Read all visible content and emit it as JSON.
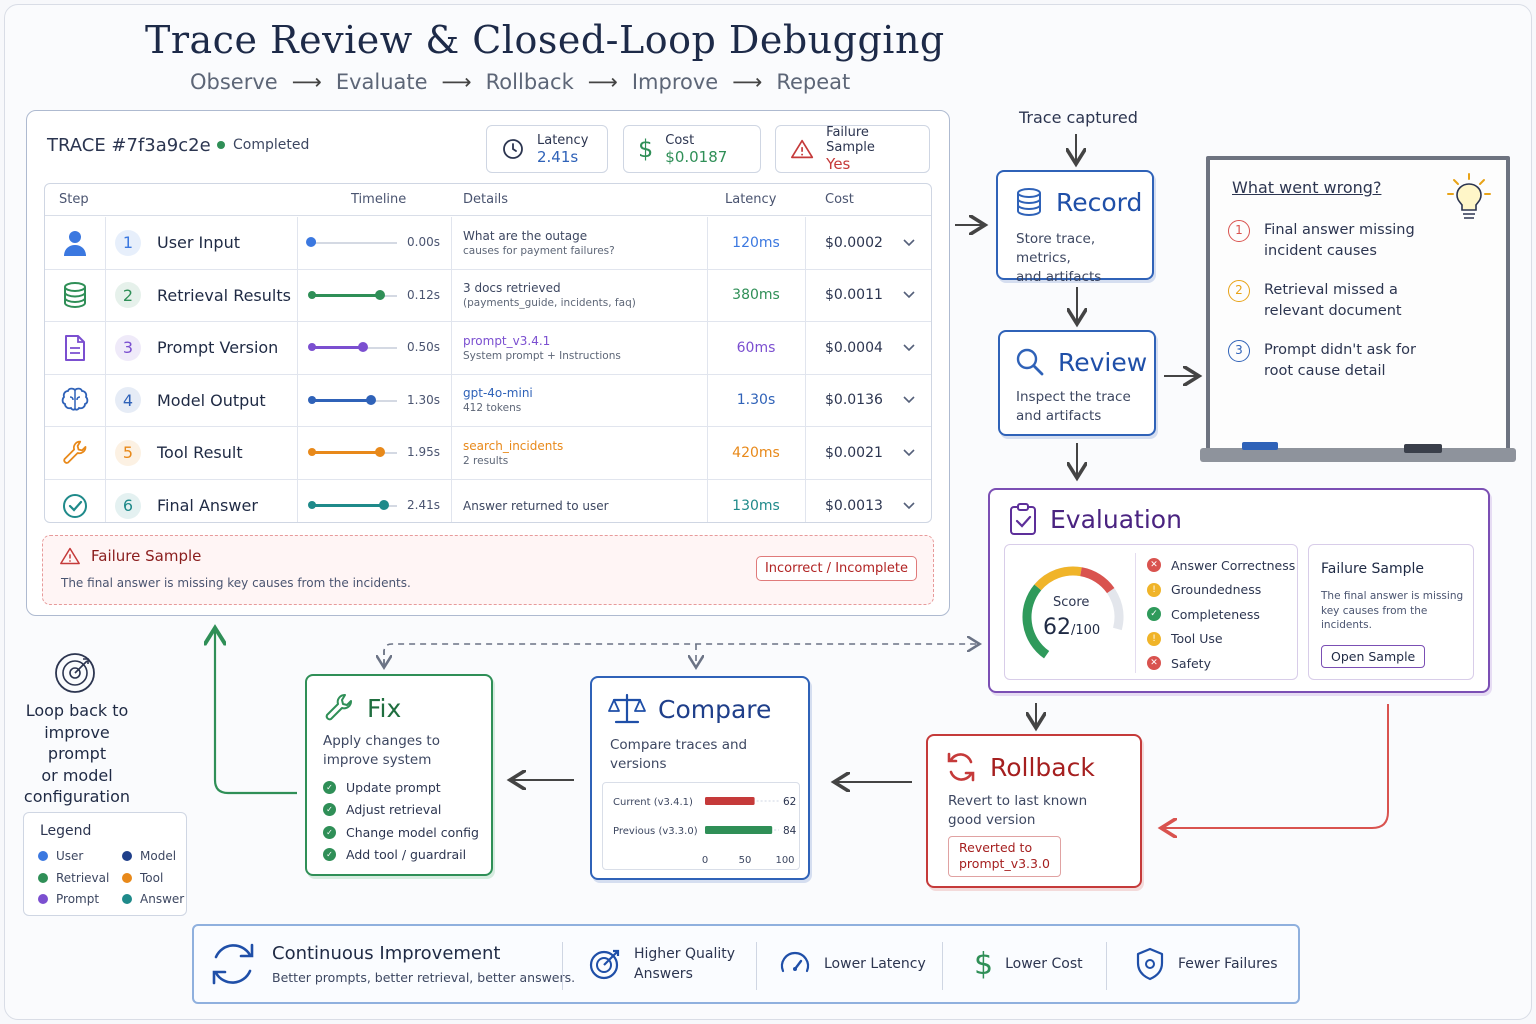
{
  "title": "Trace Review & Closed-Loop Debugging",
  "subtitle": [
    "Observe",
    "Evaluate",
    "Rollback",
    "Improve",
    "Repeat"
  ],
  "trace": {
    "id": "TRACE #7f3a9c2e",
    "status": "Completed",
    "metrics": [
      {
        "label": "Latency",
        "value": "2.41s",
        "color": "#2f62b8"
      },
      {
        "label": "Cost",
        "value": "$0.0187",
        "color": "#2f8f57"
      },
      {
        "label": "Failure Sample",
        "value": "Yes",
        "color": "#c53a3a"
      }
    ],
    "columns": [
      "Step",
      "Timeline",
      "Details",
      "Latency",
      "Cost"
    ],
    "rows": [
      {
        "num": "1",
        "label": "User Input",
        "time": "0.00s",
        "fraction": 0.0,
        "d1": "What are the outage",
        "d2": "causes for payment failures?",
        "latency": "120ms",
        "cost": "$0.0002",
        "color": "#3b78e0",
        "icon": "user-icon"
      },
      {
        "num": "2",
        "label": "Retrieval Results",
        "time": "0.12s",
        "fraction": 0.8,
        "d1": "3 docs retrieved",
        "d2": "(payments_guide, incidents, faq)",
        "latency": "380ms",
        "cost": "$0.0011",
        "color": "#2f8f57",
        "icon": "database-icon"
      },
      {
        "num": "3",
        "label": "Prompt Version",
        "time": "0.50s",
        "fraction": 0.6,
        "d1": "prompt_v3.4.1",
        "d2": "System prompt + Instructions",
        "latency": "60ms",
        "cost": "$0.0004",
        "color": "#7b4fd0",
        "icon": "document-icon"
      },
      {
        "num": "4",
        "label": "Model Output",
        "time": "1.30s",
        "fraction": 0.7,
        "d1": "gpt-4o-mini",
        "d2": "412 tokens",
        "latency": "1.30s",
        "cost": "$0.0136",
        "color": "#2f62b8",
        "icon": "brain-icon"
      },
      {
        "num": "5",
        "label": "Tool Result",
        "time": "1.95s",
        "fraction": 0.8,
        "d1": "search_incidents",
        "d2": "2 results",
        "latency": "420ms",
        "cost": "$0.0021",
        "color": "#e8891a",
        "icon": "wrench-icon"
      },
      {
        "num": "6",
        "label": "Final Answer",
        "time": "2.41s",
        "fraction": 0.85,
        "d1": "Answer returned to user",
        "d2": "",
        "latency": "130ms",
        "cost": "$0.0013",
        "color": "#1f8a8a",
        "icon": "check-circle-icon"
      }
    ],
    "failure": {
      "title": "Failure Sample",
      "text": "The final answer is missing key causes from the incidents.",
      "badge": "Incorrect / Incomplete"
    }
  },
  "flow": {
    "trace_captured": "Trace captured",
    "record": {
      "title": "Record",
      "sub1": "Store trace, metrics,",
      "sub2": "and artifacts"
    },
    "review": {
      "title": "Review",
      "sub1": "Inspect the trace",
      "sub2": "and artifacts"
    }
  },
  "whiteboard": {
    "title": "What went wrong?",
    "items": [
      {
        "num": "1",
        "l1": "Final answer missing",
        "l2": "incident causes",
        "color": "#d9534f"
      },
      {
        "num": "2",
        "l1": "Retrieval missed a",
        "l2": "relevant document",
        "color": "#e8a317"
      },
      {
        "num": "3",
        "l1": "Prompt didn't ask for",
        "l2": "root cause detail",
        "color": "#2f62b8"
      }
    ]
  },
  "evaluation": {
    "title": "Evaluation",
    "score_label": "Score",
    "score": "62",
    "score_max": "/100",
    "score_value": 62,
    "criteria": [
      {
        "label": "Answer Correctness",
        "status": "fail"
      },
      {
        "label": "Groundedness",
        "status": "warn"
      },
      {
        "label": "Completeness",
        "status": "pass"
      },
      {
        "label": "Tool Use",
        "status": "warn"
      },
      {
        "label": "Safety",
        "status": "fail"
      }
    ],
    "sample_title": "Failure Sample",
    "sample_l1": "The final answer is missing",
    "sample_l2": "key causes from the",
    "sample_l3": "incidents.",
    "open_button": "Open Sample"
  },
  "rollback": {
    "title": "Rollback",
    "sub1": "Revert to last known",
    "sub2": "good version",
    "badge1": "Reverted to",
    "badge2": "prompt_v3.3.0"
  },
  "compare": {
    "title": "Compare",
    "sub1": "Compare traces and",
    "sub2": "versions",
    "chart_data": {
      "type": "bar",
      "categories": [
        "Current (v3.4.1)",
        "Previous (v3.3.0)"
      ],
      "values": [
        62,
        84
      ],
      "xlim": [
        0,
        100
      ],
      "ticks": [
        "0",
        "50",
        "100"
      ],
      "colors": [
        "#c53a3a",
        "#2f8f57"
      ]
    }
  },
  "fix": {
    "title": "Fix",
    "sub1": "Apply changes to",
    "sub2": "improve system",
    "items": [
      "Update prompt",
      "Adjust retrieval",
      "Change model config",
      "Add tool / guardrail"
    ]
  },
  "loopback": {
    "l1": "Loop back to",
    "l2": "improve prompt",
    "l3": "or model",
    "l4": "configuration"
  },
  "legend": {
    "title": "Legend",
    "items": [
      {
        "label": "User",
        "color": "#3b78e0"
      },
      {
        "label": "Model",
        "color": "#1f3f8a"
      },
      {
        "label": "Retrieval",
        "color": "#2f8f57"
      },
      {
        "label": "Tool",
        "color": "#e8891a"
      },
      {
        "label": "Prompt",
        "color": "#7b4fd0"
      },
      {
        "label": "Answer",
        "color": "#1f8a8a"
      }
    ]
  },
  "bottom": {
    "title": "Continuous Improvement",
    "sub": "Better prompts, better retrieval, better answers.",
    "items": [
      "Higher Quality",
      "Answers",
      "Lower Latency",
      "Lower Cost",
      "Fewer Failures"
    ]
  }
}
